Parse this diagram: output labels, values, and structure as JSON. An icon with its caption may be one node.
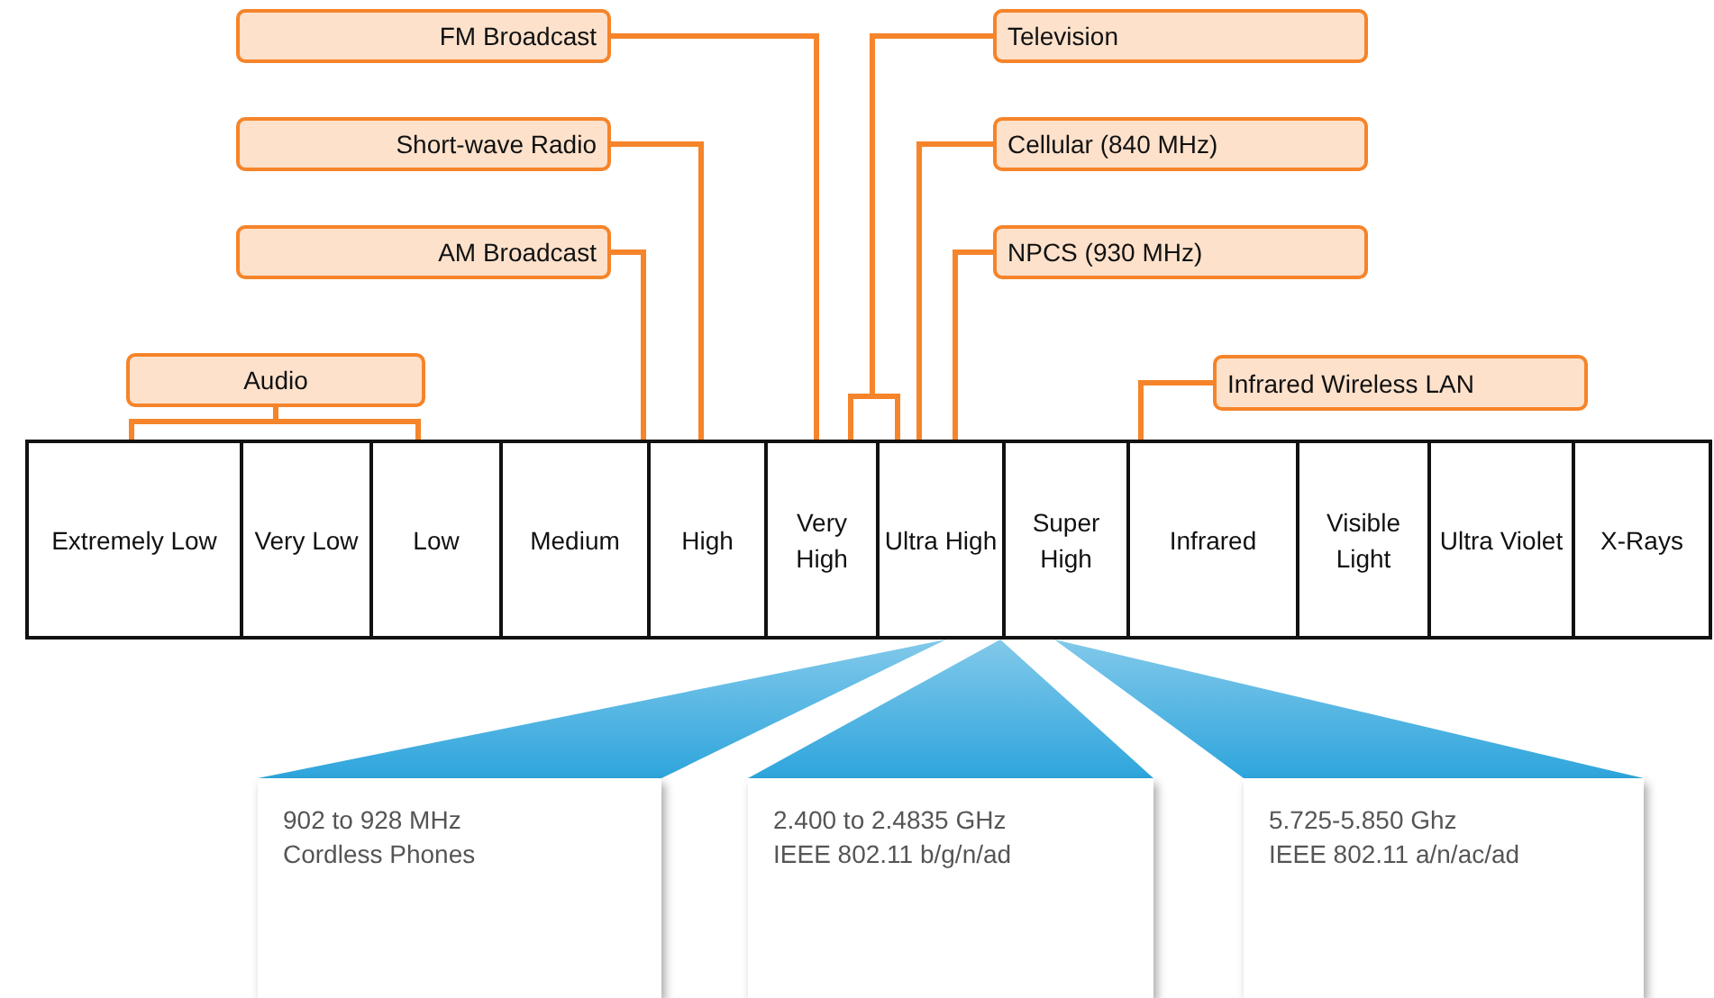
{
  "diagram": {
    "nodes": [
      {
        "text": [
          "FM Broadcast"
        ]
      },
      {
        "text": [
          "Television"
        ]
      },
      {
        "text": [
          "Short-wave Radio"
        ]
      },
      {
        "text": [
          "Cellular (840 MHz)"
        ]
      },
      {
        "text": [
          "AM Broadcast"
        ]
      },
      {
        "text": [
          "NPCS (930 MHz)"
        ]
      },
      {
        "text": [
          "Audio"
        ]
      },
      {
        "text": [
          "Infrared Wireless LAN"
        ]
      },
      {
        "text": [
          "Extremely Low"
        ]
      },
      {
        "text": [
          "Very Low"
        ]
      },
      {
        "text": [
          "Low"
        ]
      },
      {
        "text": [
          "Medium"
        ]
      },
      {
        "text": [
          "High"
        ]
      },
      {
        "text": [
          "Very High"
        ]
      },
      {
        "text": [
          "Ultra High"
        ]
      },
      {
        "text": [
          "Super High"
        ]
      },
      {
        "text": [
          "Infrared"
        ]
      },
      {
        "text": [
          "Visible Light"
        ]
      },
      {
        "text": [
          "Ultra Violet"
        ]
      },
      {
        "text": [
          "X-Rays"
        ]
      },
      {
        "text": [
          "902 to 928 MHz",
          "Cordless Phones"
        ]
      },
      {
        "text": [
          "2.400 to 2.4835 GHz",
          "IEEE 802.11 b/g/n/ad"
        ]
      },
      {
        "text": [
          "5.725-5.850 Ghz",
          "IEEE 802.11 a/n/ac/ad"
        ]
      }
    ],
    "edges": [
      {
        "from": 0,
        "to": 13,
        "arrow": "none"
      },
      {
        "from": 2,
        "to": 12,
        "arrow": "none"
      },
      {
        "from": 4,
        "to": 11,
        "arrow": "none"
      },
      {
        "from": 1,
        "to": 13,
        "arrow": "none"
      },
      {
        "from": 1,
        "to": 14,
        "arrow": "none"
      },
      {
        "from": 3,
        "to": 14,
        "arrow": "none"
      },
      {
        "from": 5,
        "to": 14,
        "arrow": "none"
      },
      {
        "from": 7,
        "to": 16,
        "arrow": "none"
      },
      {
        "from": 6,
        "to": 8,
        "arrow": "none"
      },
      {
        "from": 6,
        "to": 10,
        "arrow": "none"
      },
      {
        "from": 14,
        "to": 20,
        "arrow": "none",
        "color": "#2ea5dc"
      },
      {
        "from": 14,
        "to": 21,
        "arrow": "none",
        "color": "#2ea5dc"
      },
      {
        "from": 15,
        "to": 22,
        "arrow": "none",
        "color": "#2ea5dc"
      }
    ]
  }
}
